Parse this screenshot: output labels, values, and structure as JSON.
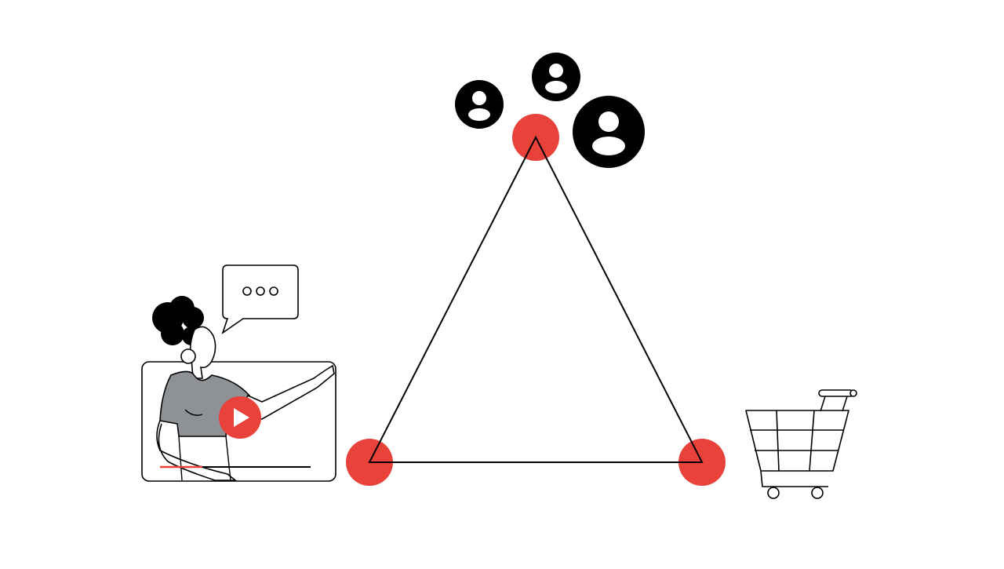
{
  "colors": {
    "background": "#ffffff",
    "accent": "#e8423a",
    "ink": "#000000",
    "shirt": "#8e9196",
    "progress": "#e8423a"
  },
  "diagram": {
    "shape": "triangle",
    "vertices": [
      {
        "name": "audience",
        "icon": "users-icon"
      },
      {
        "name": "creator",
        "icon": "video-creator-icon"
      },
      {
        "name": "commerce",
        "icon": "shopping-cart-icon"
      }
    ]
  },
  "video": {
    "icon": "play-icon",
    "progress": 0.28
  },
  "speech_bubble": {
    "icon": "ellipsis-icon"
  },
  "audience": {
    "icons": [
      "user-icon",
      "user-icon",
      "user-icon"
    ]
  }
}
